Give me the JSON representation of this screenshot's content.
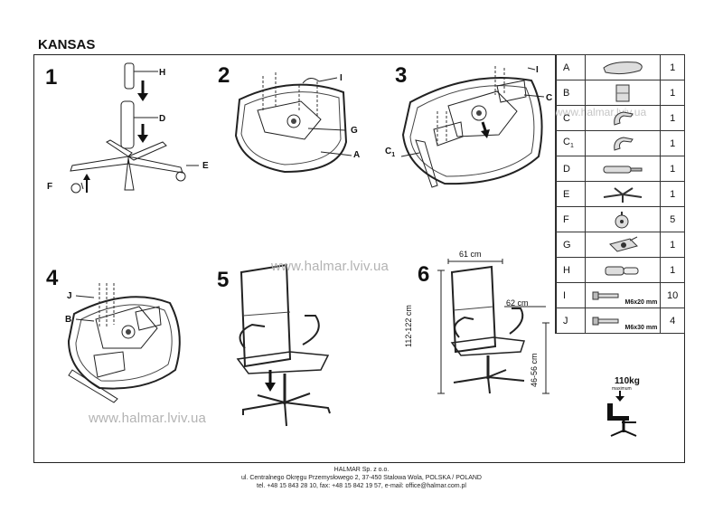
{
  "title": "KANSAS",
  "steps": {
    "s1": "1",
    "s2": "2",
    "s3": "3",
    "s4": "4",
    "s5": "5",
    "s6": "6"
  },
  "callouts": {
    "s1_h": "H",
    "s1_d": "D",
    "s1_e": "E",
    "s1_f": "F",
    "s2_i": "I",
    "s2_g": "G",
    "s2_a": "A",
    "s3_i": "I",
    "s3_c": "C",
    "s3_c1": "C",
    "s4_j": "J",
    "s4_b": "B"
  },
  "dimensions": {
    "width_back": "61 cm",
    "width_seat": "62 cm",
    "height_total": "112-122 cm",
    "height_seat": "46-56 cm"
  },
  "watermark": {
    "main": "www.halmar.lviv.ua",
    "secondary": "www.halmar.lviv.ua",
    "table": "www.halmar.lviv.ua"
  },
  "max_load": {
    "value": "110kg",
    "note": "maximum"
  },
  "parts": [
    {
      "letter": "A",
      "icon": "seat-icon",
      "qty": "1"
    },
    {
      "letter": "B",
      "icon": "backrest-icon",
      "qty": "1"
    },
    {
      "letter": "C",
      "icon": "armrest-icon",
      "qty": "1"
    },
    {
      "letter": "C",
      "sub": "1",
      "icon": "armrest-icon",
      "qty": "1"
    },
    {
      "letter": "D",
      "icon": "gas-lift-icon",
      "qty": "1"
    },
    {
      "letter": "E",
      "icon": "star-base-icon",
      "qty": "1"
    },
    {
      "letter": "F",
      "icon": "caster-icon",
      "qty": "5"
    },
    {
      "letter": "G",
      "icon": "mechanism-icon",
      "qty": "1"
    },
    {
      "letter": "H",
      "icon": "cover-icon",
      "qty": "1"
    },
    {
      "letter": "I",
      "icon": "screw-icon",
      "qty": "10",
      "size": "M6x20 mm"
    },
    {
      "letter": "J",
      "icon": "screw-icon",
      "qty": "4",
      "size": "M6x30 mm"
    }
  ],
  "footer": {
    "line1": "HALMAR Sp. z o.o.",
    "line2": "ul. Centralnego Okręgu Przemysłowego 2, 37-450 Stalowa Wola, POLSKA / POLAND",
    "line3": "tel. +48 15 843 28 10, fax: +48 15 842 19 57, e-mail: office@halmar.com.pl"
  }
}
